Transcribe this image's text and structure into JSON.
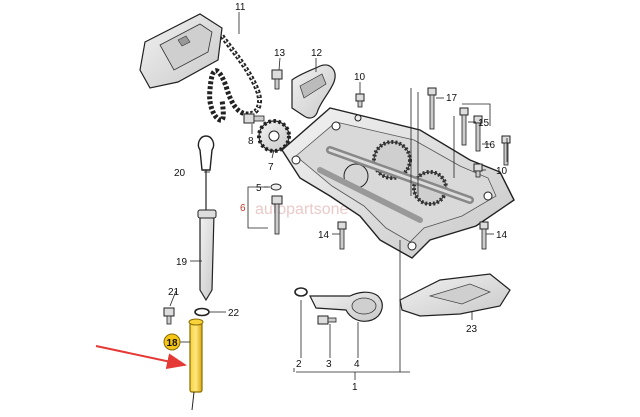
{
  "diagram": {
    "watermark": "autopartsone",
    "callouts": {
      "c1": "1",
      "c2": "2",
      "c3": "3",
      "c4": "4",
      "c5": "5",
      "c6": "6",
      "c7": "7",
      "c8": "8",
      "c10a": "10",
      "c10b": "10",
      "c11": "11",
      "c12": "12",
      "c13": "13",
      "c14a": "14",
      "c14b": "14",
      "c15": "15",
      "c16": "16",
      "c17": "17",
      "c18": "18",
      "c19": "19",
      "c20": "20",
      "c21": "21",
      "c22": "22",
      "c23": "23"
    },
    "colors": {
      "line": "#222222",
      "part_fill": "#e6e6e6",
      "part_shade": "#bdbdbd",
      "highlight": "#f5c518",
      "arrow": "#e53935",
      "callout_red": "#c0392b"
    }
  }
}
